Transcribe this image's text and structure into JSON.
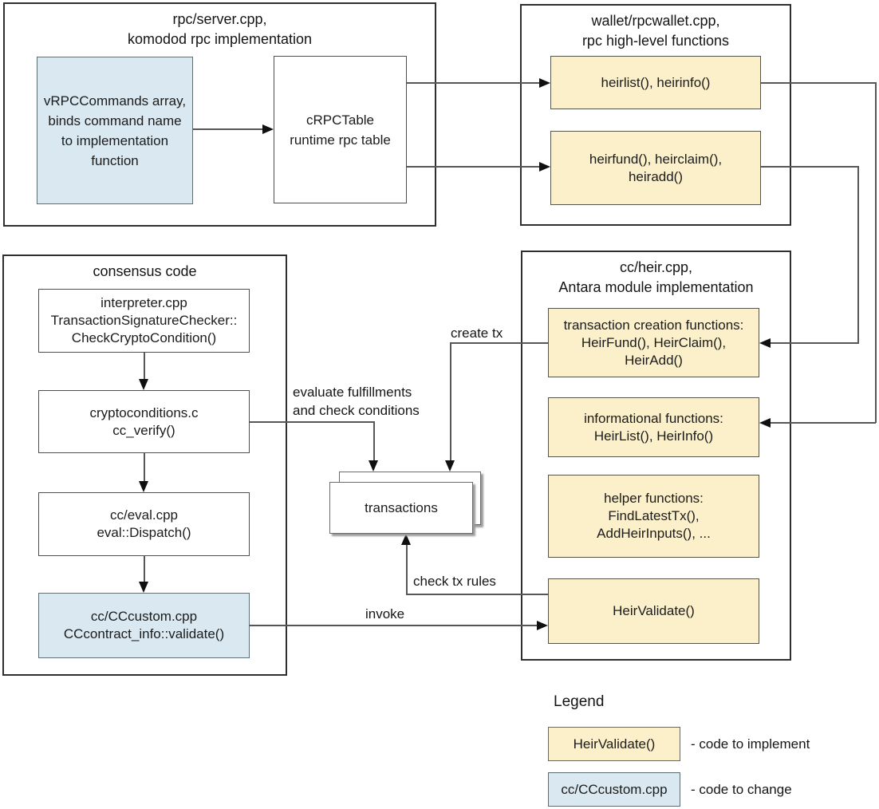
{
  "colors": {
    "node_yellow_fill": "#FCF0CB",
    "node_blue_fill": "#DAE9F1",
    "node_white_fill": "#FFFFFF",
    "line_gray": "#57575A"
  },
  "groups": {
    "rpc_server": {
      "title1": "rpc/server.cpp,",
      "title2": "komodod rpc implementation"
    },
    "wallet": {
      "title1": "wallet/rpcwallet.cpp,",
      "title2": "rpc high-level functions"
    },
    "consensus": {
      "title1": "consensus code"
    },
    "heir": {
      "title1": "cc/heir.cpp,",
      "title2": "Antara module implementation"
    }
  },
  "nodes": {
    "vrpc_commands": {
      "lines": [
        "vRPCCommands array,",
        "binds command name",
        "to implementation",
        "function"
      ]
    },
    "crpc_table": {
      "lines": [
        "cRPCTable",
        "runtime rpc table"
      ]
    },
    "heirlist_rpc": {
      "lines": [
        "heirlist(), heirinfo()"
      ]
    },
    "heirfund_rpc": {
      "lines": [
        "heirfund(), heirclaim(),",
        "heiradd()"
      ]
    },
    "interpreter": {
      "lines": [
        "interpreter.cpp",
        "TransactionSignatureChecker::",
        "CheckCryptoCondition()"
      ]
    },
    "cryptoconditions": {
      "lines": [
        "cryptoconditions.c",
        "cc_verify()"
      ]
    },
    "cc_eval": {
      "lines": [
        "cc/eval.cpp",
        "eval::Dispatch()"
      ]
    },
    "cc_custom": {
      "lines": [
        "cc/CCcustom.cpp",
        "CCcontract_info::validate()"
      ]
    },
    "tx_creation": {
      "lines": [
        "transaction creation functions:",
        "HeirFund(), HeirClaim(),",
        "HeirAdd()"
      ]
    },
    "informational": {
      "lines": [
        "informational functions:",
        "HeirList(), HeirInfo()"
      ]
    },
    "helpers": {
      "lines": [
        "helper functions:",
        "FindLatestTx(),",
        "AddHeirInputs(), ..."
      ]
    },
    "heir_validate": {
      "lines": [
        "HeirValidate()"
      ]
    },
    "transactions": {
      "lines": [
        "transactions"
      ]
    }
  },
  "edge_labels": {
    "create_tx": "create tx",
    "evaluate1": "evaluate fulfillments",
    "evaluate2": "and check conditions",
    "check_tx_rules": "check tx rules",
    "invoke": "invoke"
  },
  "legend": {
    "title": "Legend",
    "items": [
      {
        "sample": "HeirValidate()",
        "style": "yellow",
        "description": "- code to implement"
      },
      {
        "sample": "cc/CCcustom.cpp",
        "style": "blue",
        "description": "- code to change"
      }
    ]
  }
}
